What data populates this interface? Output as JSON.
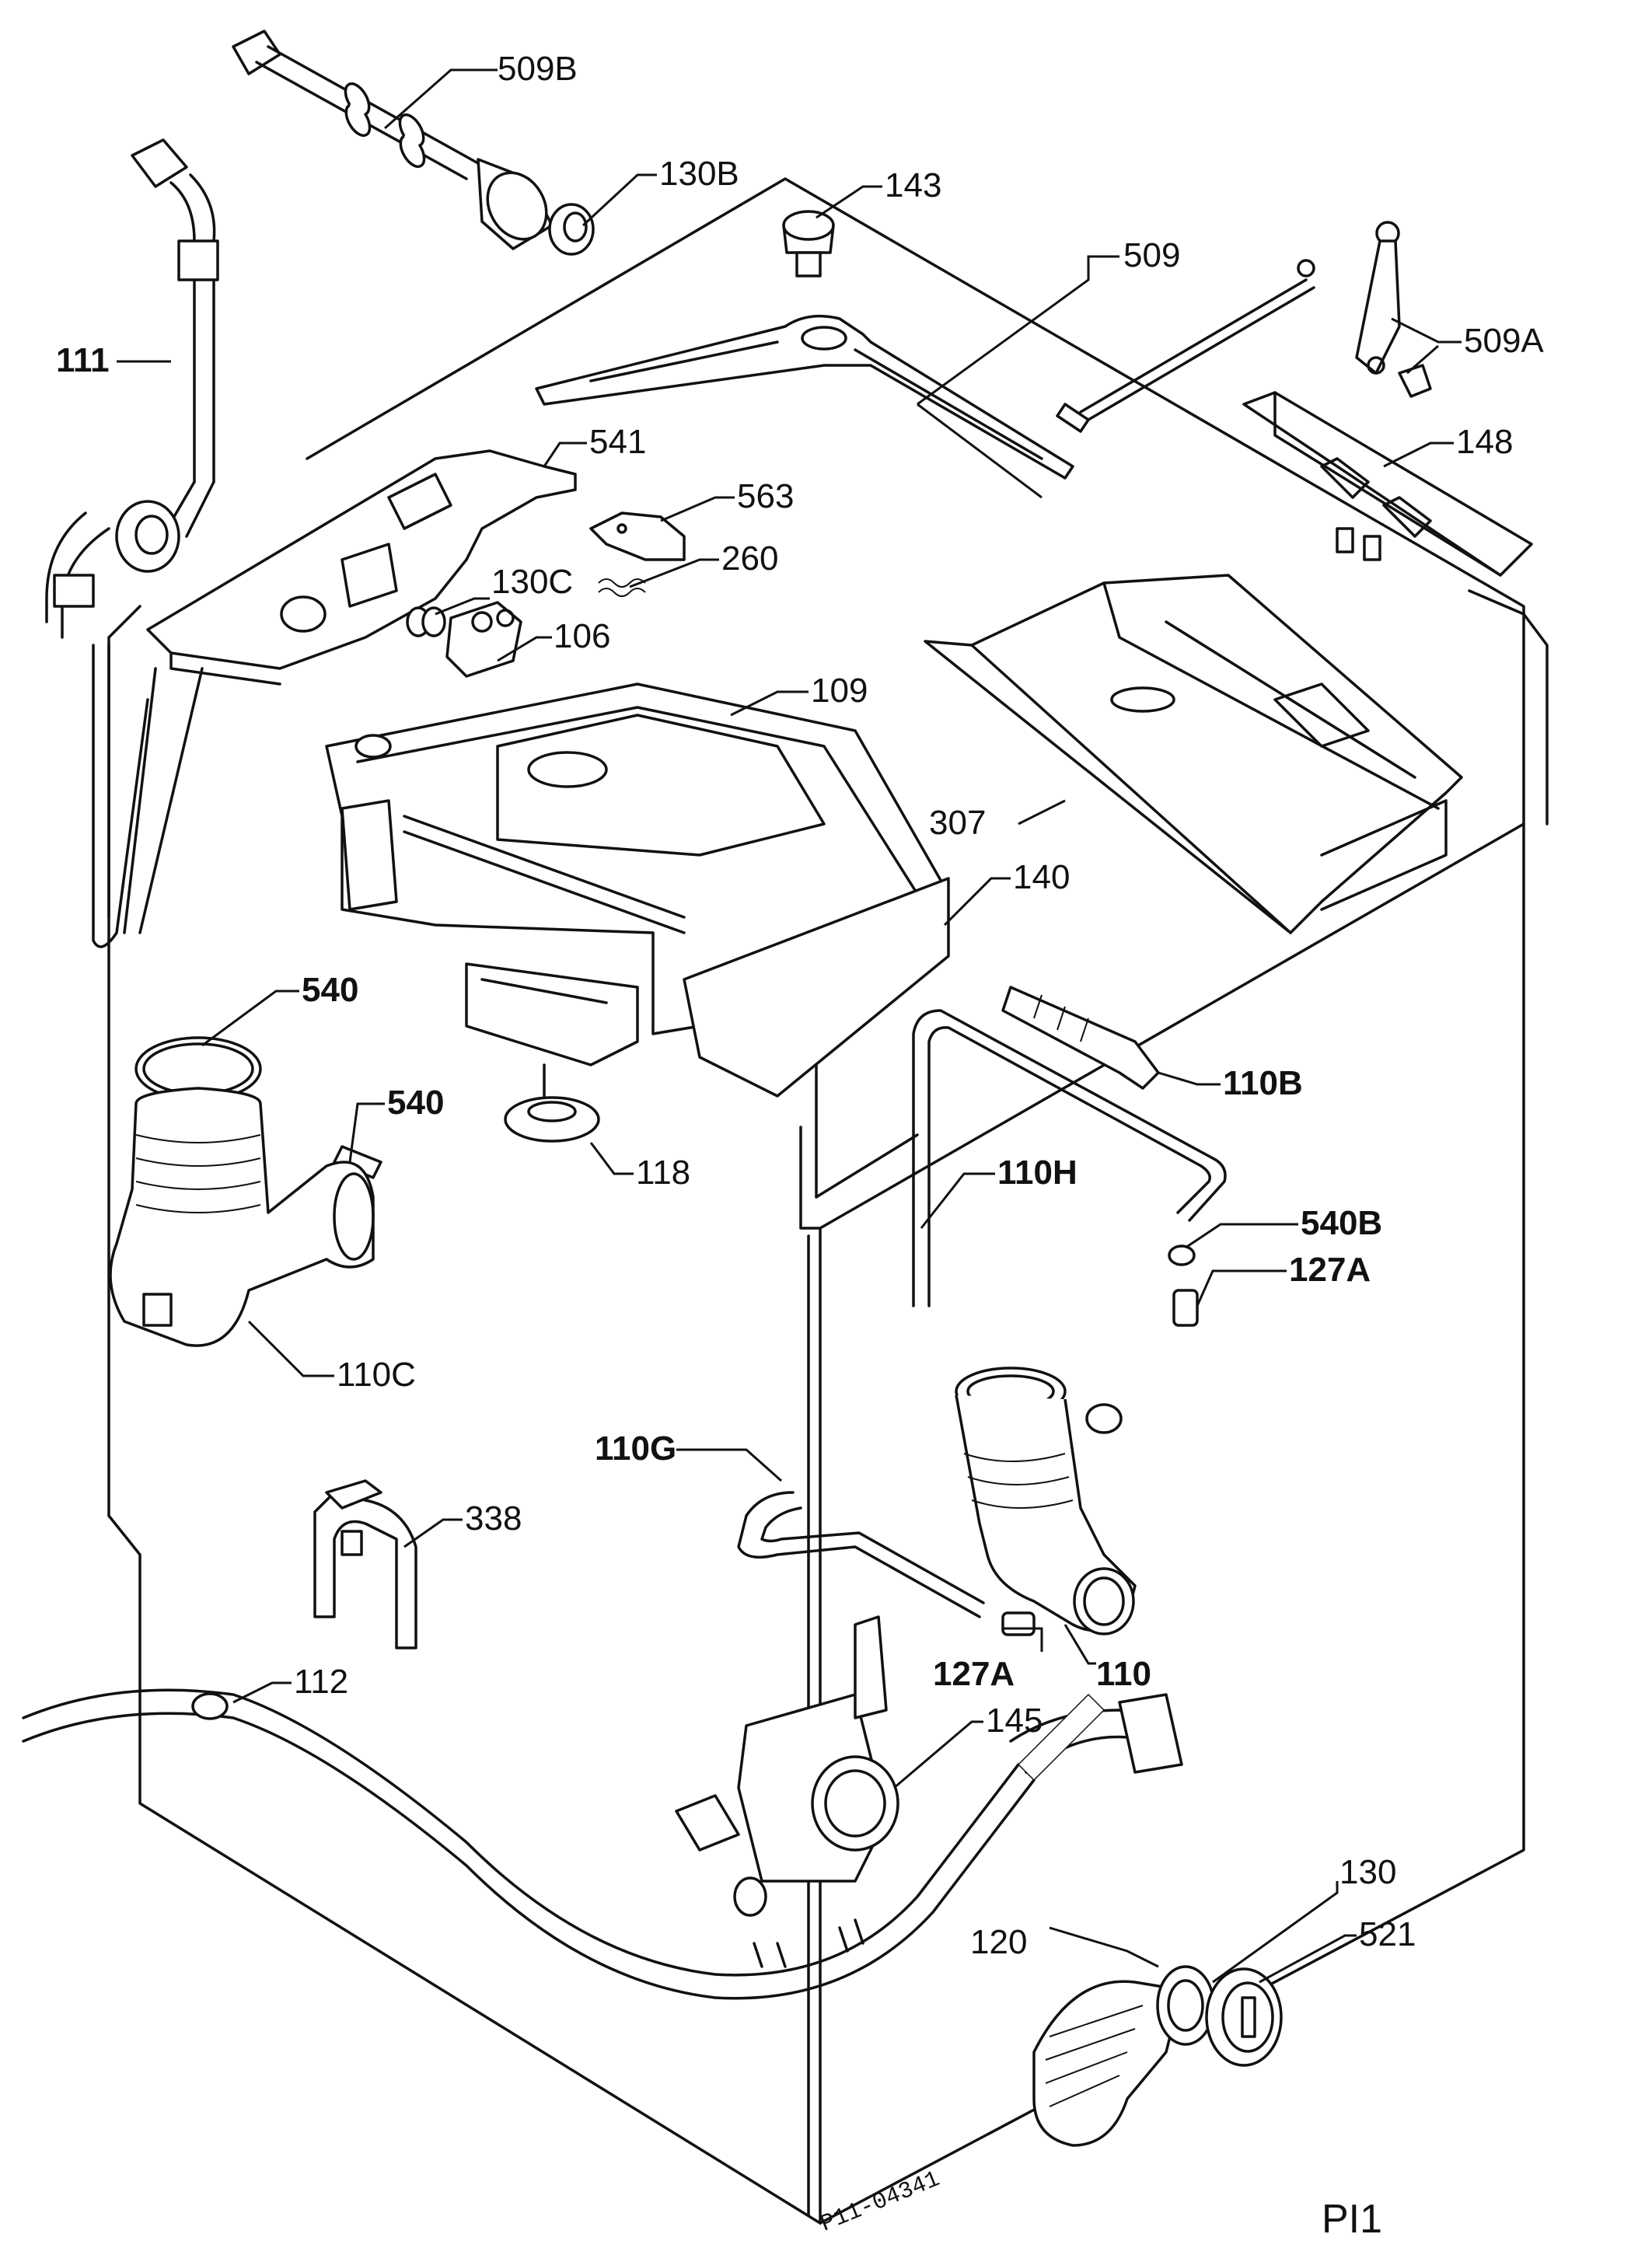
{
  "diagram": {
    "labels": {
      "p509B": "509B",
      "p130B": "130B",
      "p143": "143",
      "p509": "509",
      "p509A": "509A",
      "p111": "111",
      "p541": "541",
      "p563": "563",
      "p260": "260",
      "p130C": "130C",
      "p106": "106",
      "p148": "148",
      "p109": "109",
      "p307": "307",
      "p140": "140",
      "p540a": "540",
      "p540b": "540",
      "p110B": "110B",
      "p118": "118",
      "p110H": "110H",
      "p540B": "540B",
      "p127A_top": "127A",
      "p110C": "110C",
      "p110G": "110G",
      "p338": "338",
      "p127A_bottom": "127A",
      "p110": "110",
      "p112": "112",
      "p145": "145",
      "p130": "130",
      "p120": "120",
      "p521": "521"
    },
    "drawing_code": "P11-04341",
    "page_ref": "PI1"
  }
}
